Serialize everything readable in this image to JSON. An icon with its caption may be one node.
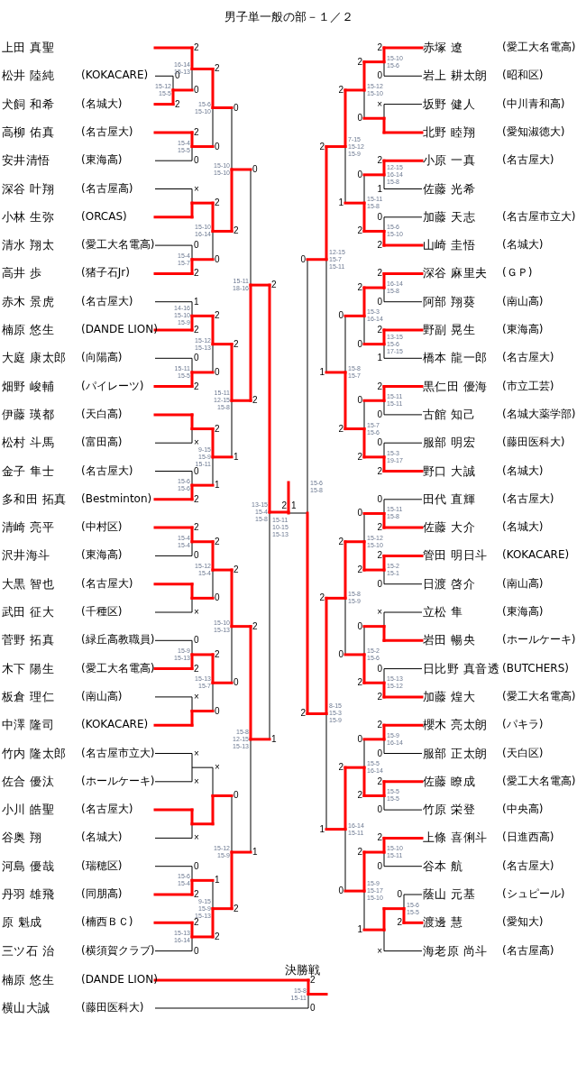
{
  "diagram": {
    "title": "男子単一般の部－１／２",
    "nodes": [
      {
        "text": [
          "上田 真聖"
        ]
      },
      {
        "text": [
          "松井 陸純",
          "(KOKACARE)"
        ]
      },
      {
        "text": [
          "犬飼 和希",
          "(名城大)"
        ]
      },
      {
        "text": [
          "高柳 佑真",
          "(名古屋大)"
        ]
      },
      {
        "text": [
          "安井清悟",
          "(東海高)"
        ]
      },
      {
        "text": [
          "深谷 叶翔",
          "(名古屋高)"
        ]
      },
      {
        "text": [
          "小林 生弥",
          "(ORCAS)"
        ]
      },
      {
        "text": [
          "清水 翔太",
          "(愛工大名電高)"
        ]
      },
      {
        "text": [
          "高井 歩",
          "(猪子石Jr)"
        ]
      },
      {
        "text": [
          "赤木 景虎",
          "(名古屋大)"
        ]
      },
      {
        "text": [
          "楠原 悠生",
          "(DANDE LION)"
        ]
      },
      {
        "text": [
          "大庭 康太郎",
          "(向陽高)"
        ]
      },
      {
        "text": [
          "畑野 峻輔",
          "(パイレーツ)"
        ]
      },
      {
        "text": [
          "伊藤 瑛都",
          "(天白高)"
        ]
      },
      {
        "text": [
          "松村 斗馬",
          "(富田高)"
        ]
      },
      {
        "text": [
          "金子 隼士",
          "(名古屋大)"
        ]
      },
      {
        "text": [
          "多和田 拓真",
          "(Bestminton)"
        ]
      },
      {
        "text": [
          "清崎 亮平",
          "(中村区)"
        ]
      },
      {
        "text": [
          "沢井海斗",
          "(東海高)"
        ]
      },
      {
        "text": [
          "大黒 智也",
          "(名古屋大)"
        ]
      },
      {
        "text": [
          "武田 征大",
          "(千種区)"
        ]
      },
      {
        "text": [
          "菅野 拓真",
          "(緑丘高教職員)"
        ]
      },
      {
        "text": [
          "木下 陽生",
          "(愛工大名電高)"
        ]
      },
      {
        "text": [
          "板倉 理仁",
          "(南山高)"
        ]
      },
      {
        "text": [
          "中澤 隆司",
          "(KOKACARE)"
        ]
      },
      {
        "text": [
          "竹内 隆太郎",
          "(名古屋市立大)"
        ]
      },
      {
        "text": [
          "佐合 優汰",
          "(ホールケーキ)"
        ]
      },
      {
        "text": [
          "小川 皓聖",
          "(名古屋大)"
        ]
      },
      {
        "text": [
          "谷奥 翔",
          "(名城大)"
        ]
      },
      {
        "text": [
          "河島 優哉",
          "(瑞穂区)"
        ]
      },
      {
        "text": [
          "丹羽 雄飛",
          "(同朋高)"
        ]
      },
      {
        "text": [
          "原 魁成",
          "(楠西ＢＣ)"
        ]
      },
      {
        "text": [
          "三ツ石 治",
          "(横須賀クラブ)"
        ]
      },
      {
        "text": [
          "赤塚 遼",
          "(愛工大名電高)"
        ]
      },
      {
        "text": [
          "岩上 耕太朗",
          "(昭和区)"
        ]
      },
      {
        "text": [
          "坂野 健人",
          "(中川青和高)"
        ]
      },
      {
        "text": [
          "北野 睦翔",
          "(愛知淑徳大)"
        ]
      },
      {
        "text": [
          "小原 一真",
          "(名古屋大)"
        ]
      },
      {
        "text": [
          "佐藤 光希"
        ]
      },
      {
        "text": [
          "加藤 天志",
          "(名古屋市立大)"
        ]
      },
      {
        "text": [
          "山崎 圭悟",
          "(名城大)"
        ]
      },
      {
        "text": [
          "深谷 麻里夫",
          "(ＧＰ)"
        ]
      },
      {
        "text": [
          "阿部 翔葵",
          "(南山高)"
        ]
      },
      {
        "text": [
          "野副 晃生",
          "(東海高)"
        ]
      },
      {
        "text": [
          "橋本 龍一郎",
          "(名古屋大)"
        ]
      },
      {
        "text": [
          "黒仁田 優海",
          "(市立工芸)"
        ]
      },
      {
        "text": [
          "古館 知己",
          "(名城大薬学部)"
        ]
      },
      {
        "text": [
          "服部 明宏",
          "(藤田医科大)"
        ]
      },
      {
        "text": [
          "野口 大誠",
          "(名城大)"
        ]
      },
      {
        "text": [
          "田代 直輝",
          "(名古屋大)"
        ]
      },
      {
        "text": [
          "佐藤 大介",
          "(名城大)"
        ]
      },
      {
        "text": [
          "管田 明日斗",
          "(KOKACARE)"
        ]
      },
      {
        "text": [
          "日渡 啓介",
          "(南山高)"
        ]
      },
      {
        "text": [
          "立松 隼",
          "(東海高)"
        ]
      },
      {
        "text": [
          "岩田 暢央",
          "(ホールケーキ)"
        ]
      },
      {
        "text": [
          "日比野 真音透",
          "(BUTCHERS)"
        ]
      },
      {
        "text": [
          "加藤 煌大",
          "(愛工大名電高)"
        ]
      },
      {
        "text": [
          "櫻木 亮太朗",
          "(パキラ)"
        ]
      },
      {
        "text": [
          "服部 正太朗",
          "(天白区)"
        ]
      },
      {
        "text": [
          "佐藤 瞭成",
          "(愛工大名電高)"
        ]
      },
      {
        "text": [
          "竹原 栄登",
          "(中央高)"
        ]
      },
      {
        "text": [
          "上條 喜俐斗",
          "(日進西高)"
        ]
      },
      {
        "text": [
          "谷本 航",
          "(名古屋大)"
        ]
      },
      {
        "text": [
          "蔭山 元基",
          "(シュピール)"
        ]
      },
      {
        "text": [
          "渡邊 慧",
          "(愛知大)"
        ]
      },
      {
        "text": [
          "海老原 尚斗",
          "(名古屋高)"
        ]
      },
      {
        "text": [
          "楠原 悠生",
          "(DANDE LION)"
        ]
      },
      {
        "text": [
          "横山大誠",
          "(藤田医科大)"
        ]
      }
    ],
    "labels": [
      "0",
      "2",
      "15-12 15-5",
      "2",
      "0",
      "16-14 15-13",
      "2",
      "0",
      "15-4 15-5",
      "2",
      "0",
      "15-6 15-10",
      "×",
      "0",
      "2",
      "15-4 15-7",
      "2",
      "0",
      "15-10 16-14",
      "0",
      "2",
      "15-10 15-10",
      "1",
      "2",
      "14-16 15-10 15-9",
      "0",
      "2",
      "15-11 15-5",
      "2",
      "0",
      "15-12 15-13",
      "×",
      "0",
      "2",
      "15-6 15-6",
      "2",
      "1",
      "9-15 15-9 15-11",
      "2",
      "1",
      "15-11 12-15 15-8",
      "0",
      "2",
      "15-11 18-16",
      "2",
      "0",
      "15-4 15-4",
      "×",
      "2",
      "0",
      "15-12 15-4",
      "0",
      "2",
      "15-9 15-13",
      "×",
      "2",
      "0",
      "15-13 15-7",
      "2",
      "0",
      "15-10 15-13",
      "×",
      "×",
      "×",
      "×",
      "0",
      "2",
      "15-6 15-4",
      "2",
      "0",
      "15-13 16-14",
      "1",
      "2",
      "9-15 15-9 15-13",
      "0",
      "2",
      "15-12 15-9",
      "2",
      "1",
      "15-8 12-15 15-13",
      "2",
      "1",
      "13-15 15-4 15-8",
      "2",
      "0",
      "15-10 15-6",
      "×",
      "2",
      "0",
      "15-12 15-10",
      "2",
      "1",
      "12-15 16-14 15-8",
      "0",
      "2",
      "15-6 15-10",
      "0",
      "2",
      "15-11 15-8",
      "2",
      "1",
      "7-15 15-12 15-9",
      "2",
      "0",
      "16-14 15-8",
      "2",
      "1",
      "13-15 15-6 17-15",
      "2",
      "0",
      "15-3 16-14",
      "2",
      "0",
      "15-11 15-11",
      "0",
      "2",
      "15-3 19-17",
      "0",
      "2",
      "15-7 15-6",
      "0",
      "2",
      "15-8 15-7",
      "2",
      "1",
      "12-15 15-7 15-11",
      "0",
      "2",
      "15-11 15-8",
      "2",
      "0",
      "15-2 15-1",
      "0",
      "2",
      "15-12 15-10",
      "×",
      "0",
      "2",
      "15-13 15-12",
      "0",
      "2",
      "15-2 15-6",
      "2",
      "0",
      "15-8 15-9",
      "2",
      "0",
      "15-9 16-14",
      "2",
      "0",
      "15-5 15-5",
      "0",
      "2",
      "15-5 16-14",
      "2",
      "0",
      "15-10 15-11",
      "0",
      "2",
      "15-6 15-5",
      "×",
      "2",
      "1",
      "15-9 15-17 15-10",
      "2",
      "0",
      "16-14 15-11",
      "2",
      "1",
      "8-15 15-3 15-9",
      "0",
      "2",
      "15-6 15-8",
      "2",
      "1",
      "15-11 10-15 15-13",
      "2",
      "0",
      "15-8 15-11",
      "決勝戦"
    ]
  }
}
